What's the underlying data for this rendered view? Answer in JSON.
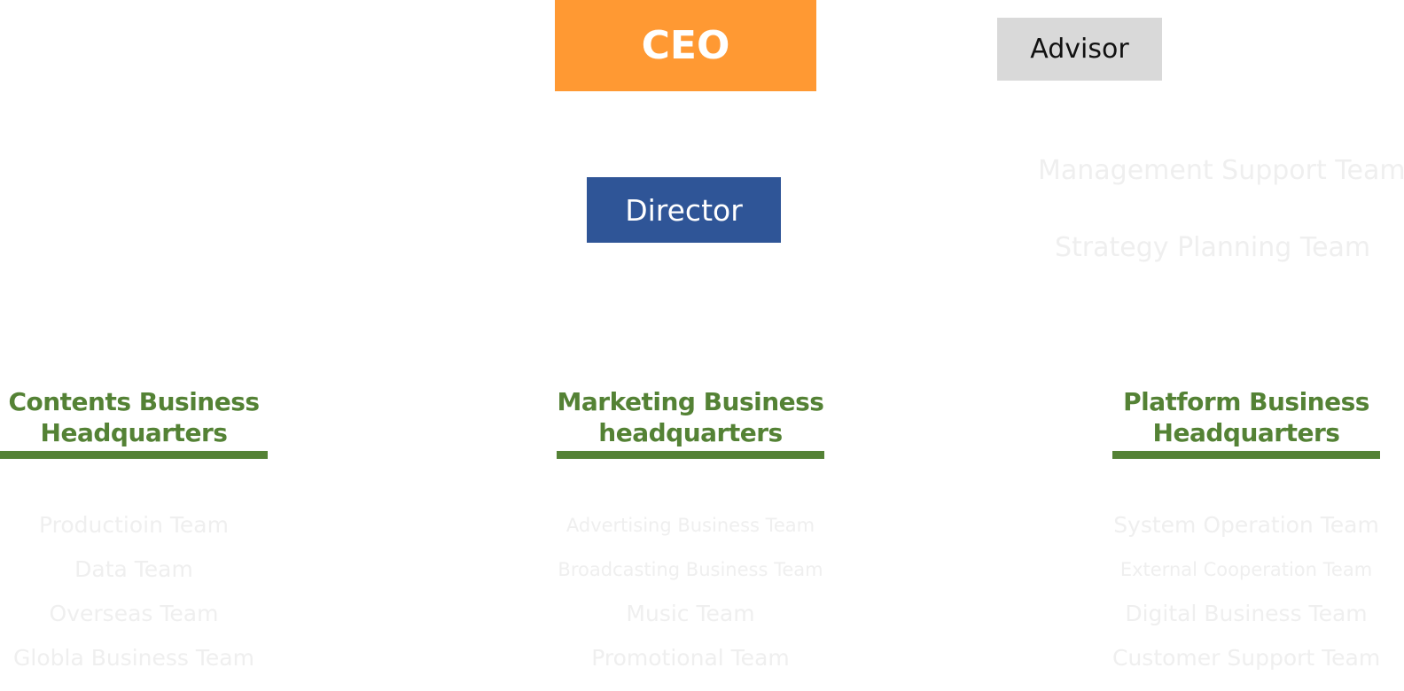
{
  "colors": {
    "ceo_bg": "#FF9933",
    "advisor_bg": "#D9D9D9",
    "director_bg": "#2F5597",
    "hq_green": "#548235",
    "faint_text": "#EFEFEF"
  },
  "ceo": {
    "label": "CEO"
  },
  "advisor": {
    "label": "Advisor"
  },
  "director": {
    "label": "Director"
  },
  "staff_teams": [
    "Management Support Team",
    "Strategy Planning Team"
  ],
  "headquarters": [
    {
      "title_line1": "Contents Business",
      "title_line2": "Headquarters",
      "teams": [
        "Productioin Team",
        "Data Team",
        "Overseas Team",
        "Globla Business Team"
      ]
    },
    {
      "title_line1": "Marketing Business",
      "title_line2": "headquarters",
      "teams": [
        "Advertising Business Team",
        "Broadcasting Business Team",
        "Music Team",
        "Promotional Team"
      ]
    },
    {
      "title_line1": "Platform Business",
      "title_line2": "Headquarters",
      "teams": [
        "System Operation Team",
        "External Cooperation Team",
        "Digital Business Team",
        "Customer Support Team"
      ]
    }
  ]
}
